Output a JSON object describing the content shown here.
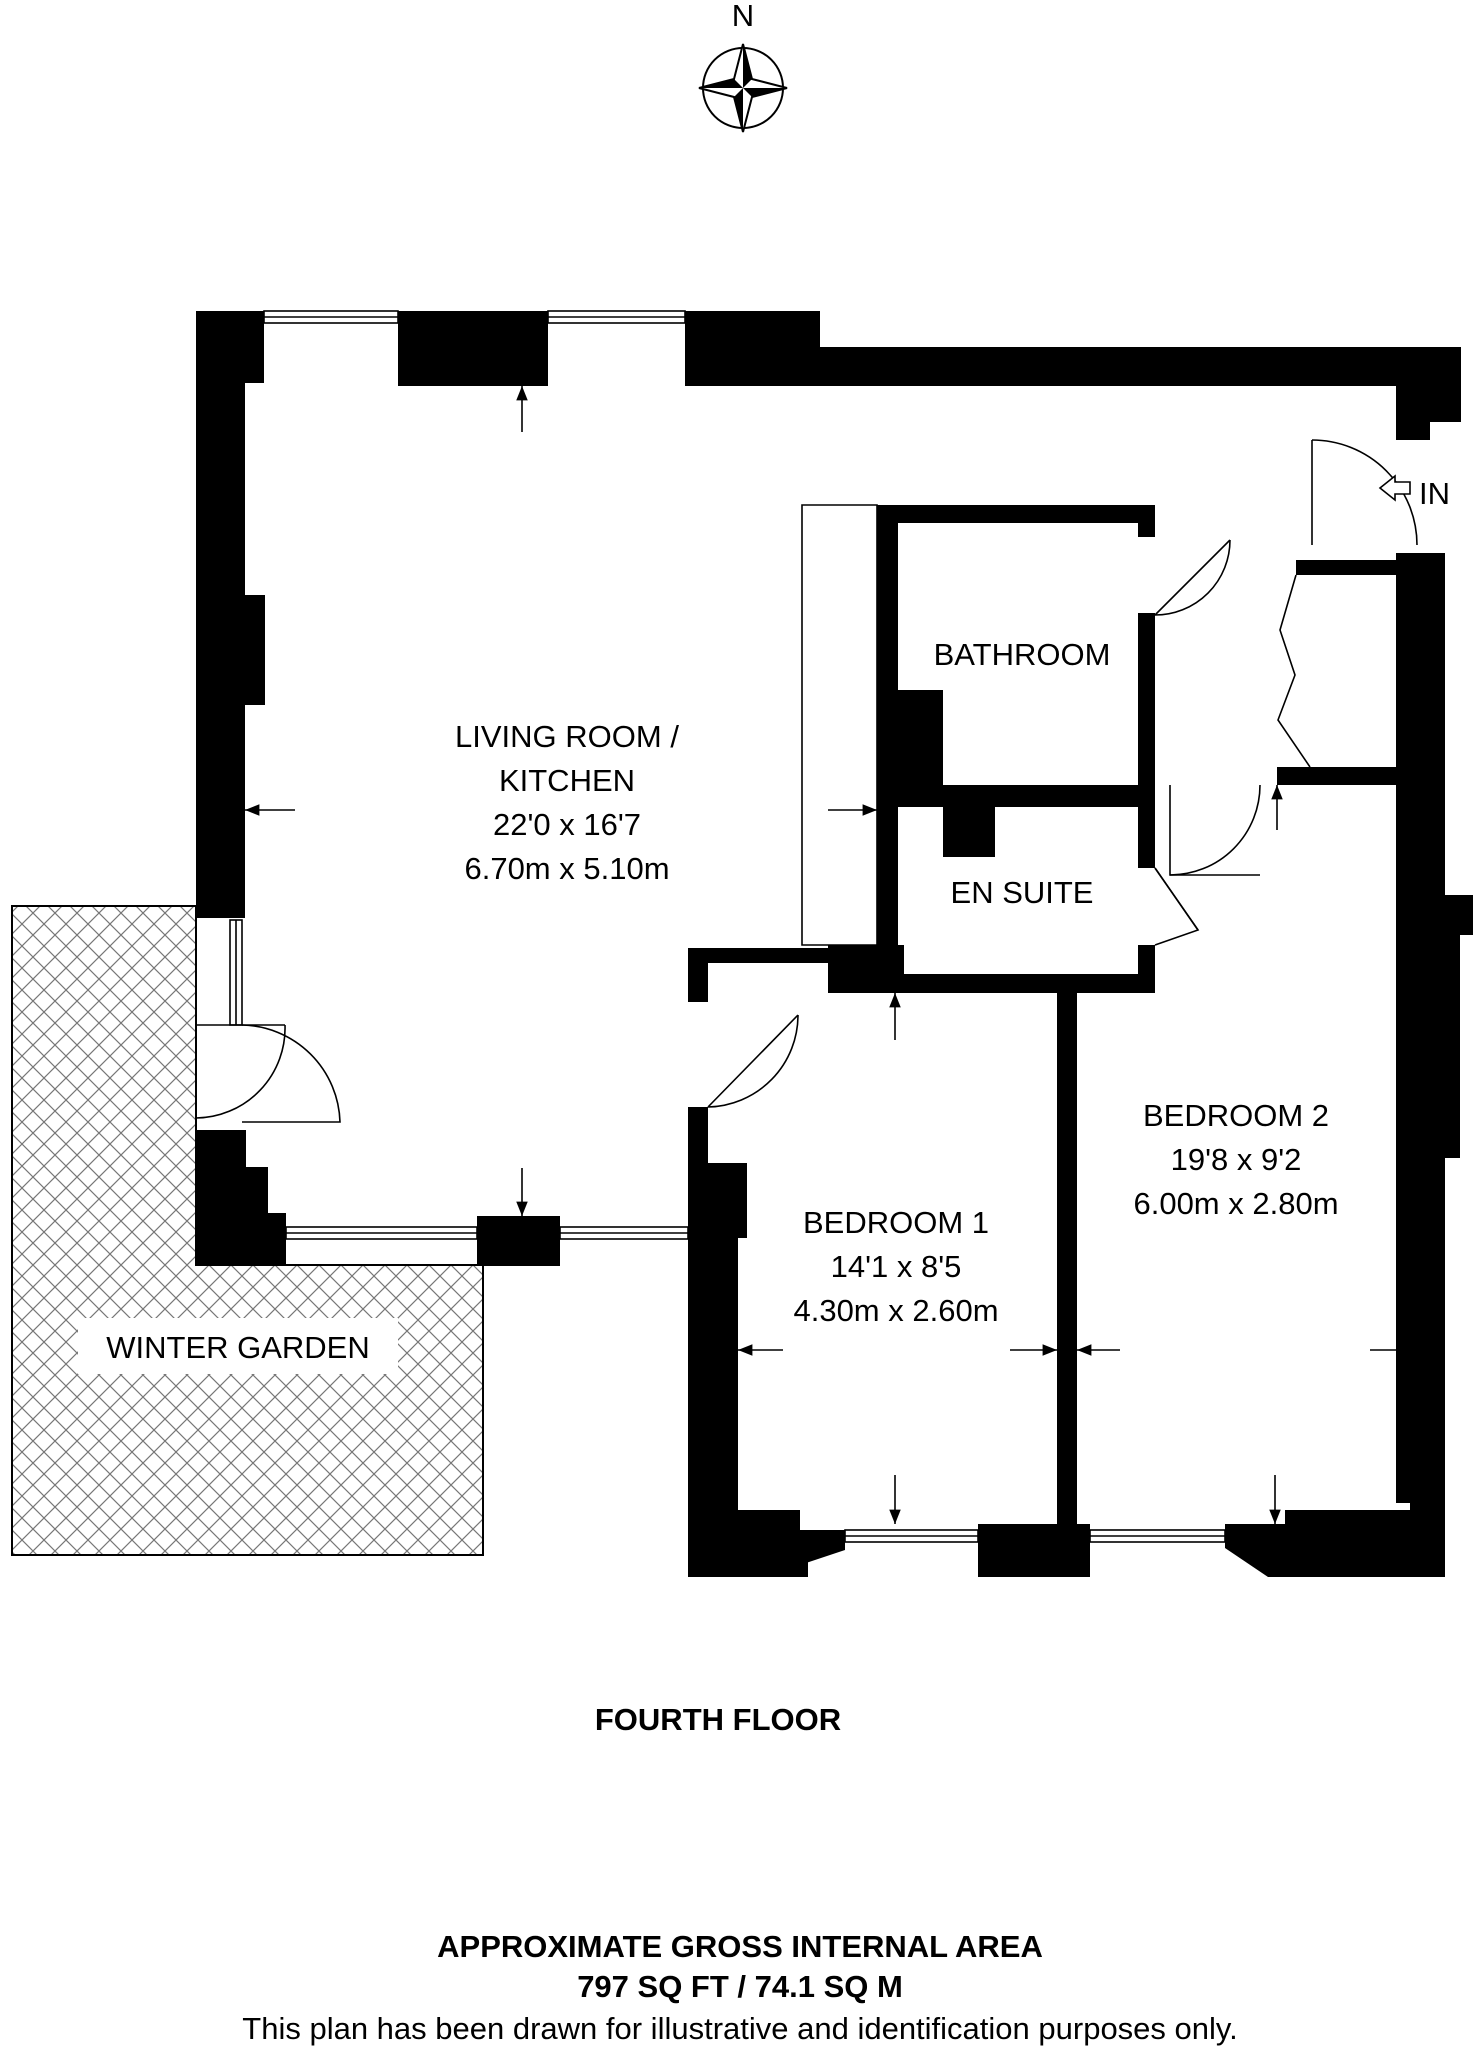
{
  "compass": {
    "north_label": "N"
  },
  "entrance": {
    "label": "IN"
  },
  "rooms": {
    "living": {
      "name_line1": "LIVING ROOM /",
      "name_line2": "KITCHEN",
      "imperial": "22'0 x 16'7",
      "metric": "6.70m x 5.10m"
    },
    "bathroom": {
      "name": "BATHROOM"
    },
    "en_suite": {
      "name": "EN SUITE"
    },
    "bedroom1": {
      "name": "BEDROOM 1",
      "imperial": "14'1 x 8'5",
      "metric": "4.30m x 2.60m"
    },
    "bedroom2": {
      "name": "BEDROOM 2",
      "imperial": "19'8 x 9'2",
      "metric": "6.00m x 2.80m"
    },
    "winter_garden": {
      "name": "WINTER GARDEN"
    }
  },
  "floor_title": "FOURTH FLOOR",
  "area": {
    "heading": "APPROXIMATE GROSS INTERNAL AREA",
    "value": "797 SQ FT / 74.1 SQ M"
  },
  "disclaimer": "This plan has been drawn for illustrative and identification purposes only."
}
